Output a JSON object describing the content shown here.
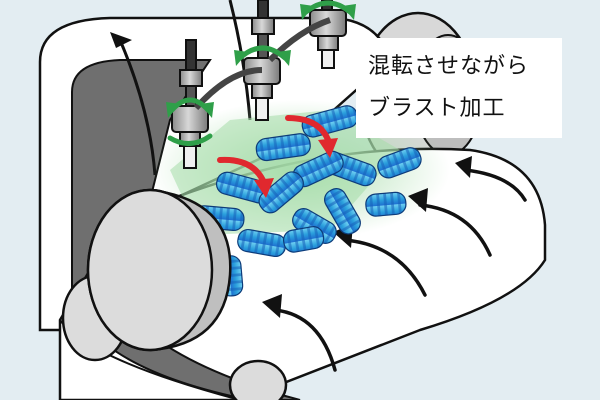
{
  "caption": {
    "line1": "混転させながら",
    "line2": "ブラスト加工"
  },
  "colors": {
    "background": "#e3edf2",
    "belt": "#ffffff",
    "belt_inner": "#6f6f6f",
    "outline": "#111111",
    "roller": "#dcdcdc",
    "spring_light": "#3fb6e4",
    "spring_dark": "#1e6fd0",
    "blast_glow": "#a6dca9",
    "rotation_arrow": "#2f9f49",
    "tumble_arrow": "#e0282e",
    "flow_arrow": "#111111"
  },
  "icons": {
    "flow": "upward-curved-arrow",
    "rotation": "double-headed-curved-arrow",
    "tumble": "red-curved-arrow",
    "nozzle": "blast-nozzle"
  }
}
